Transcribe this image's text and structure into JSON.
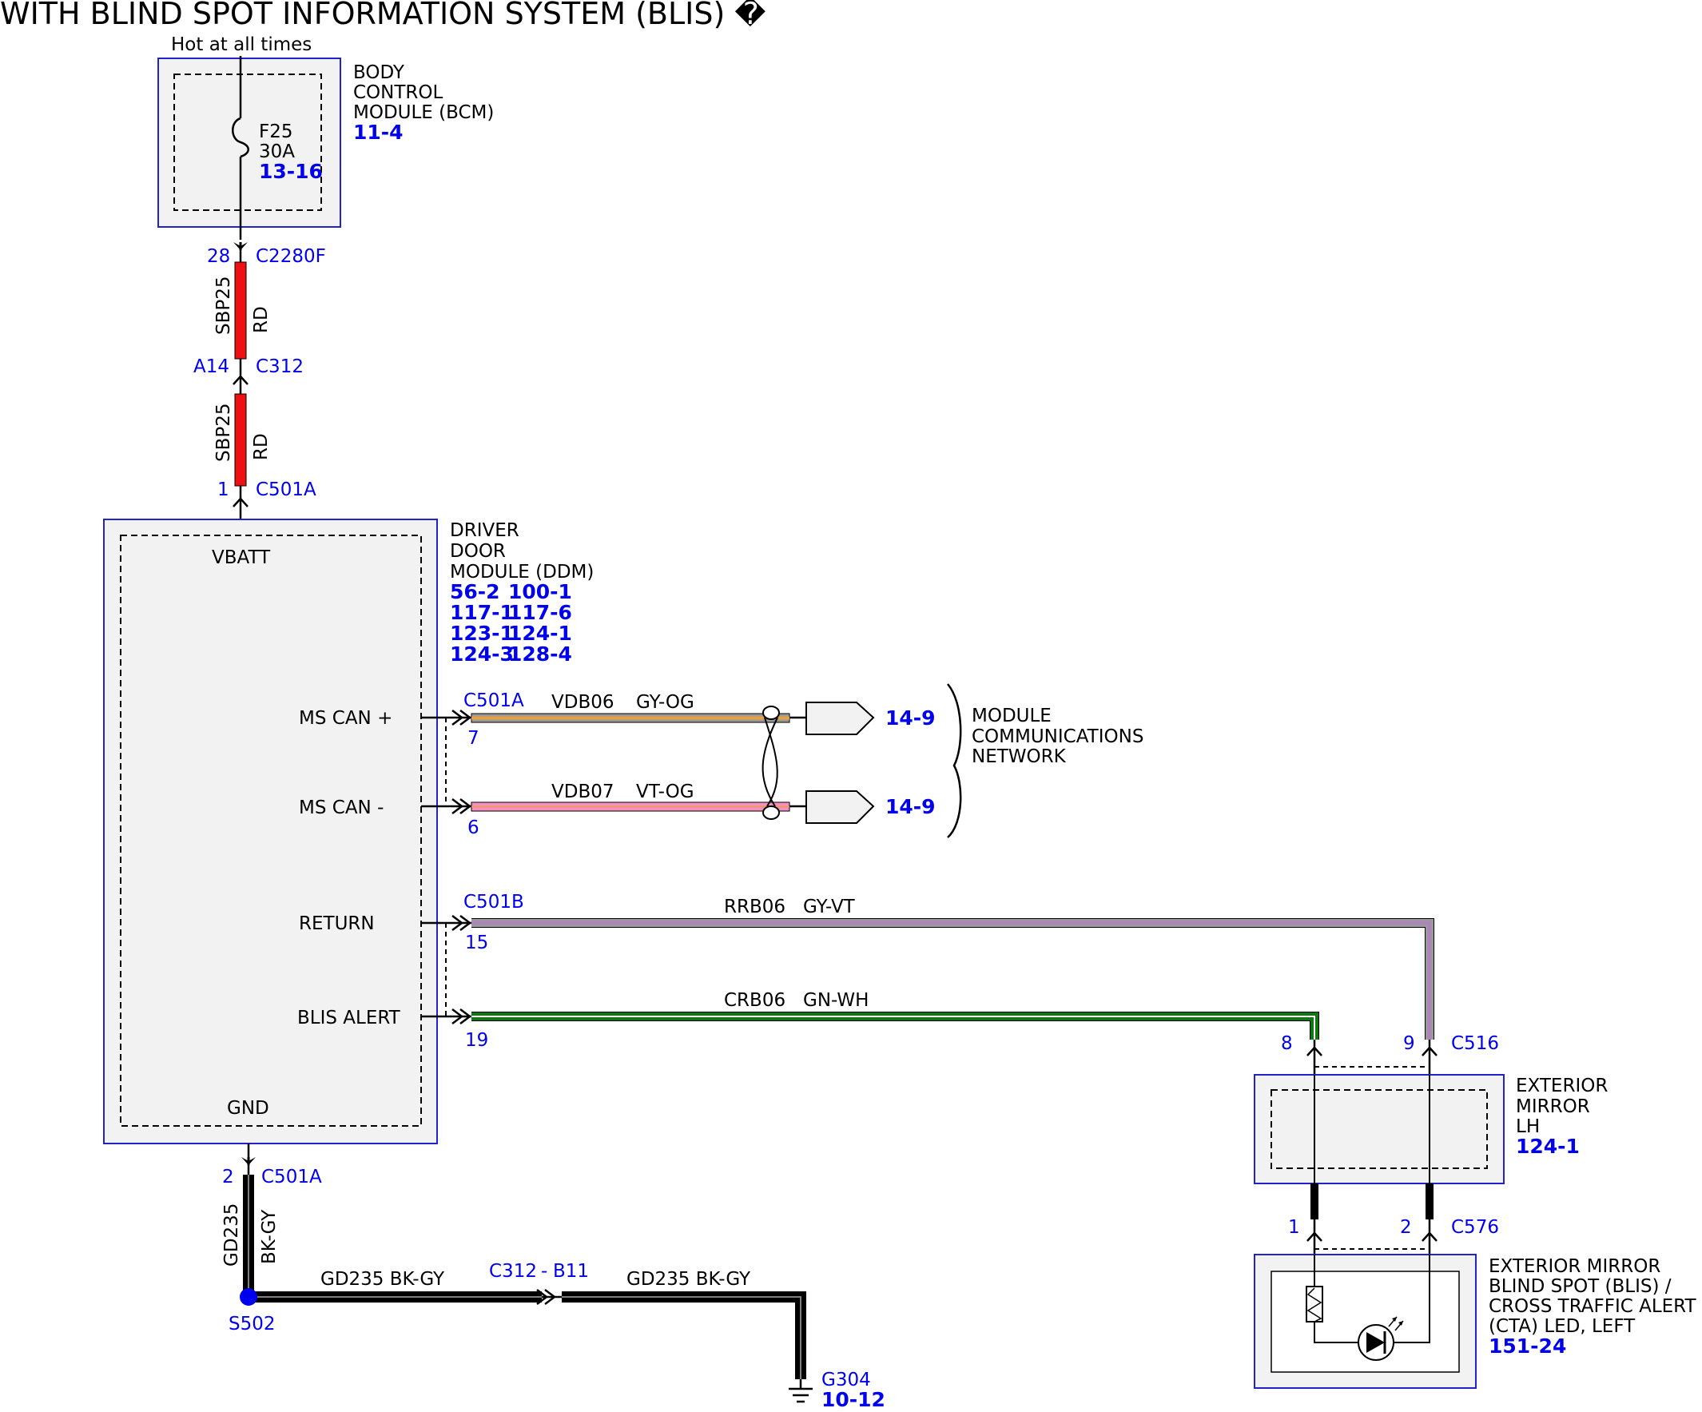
{
  "title": "WITH BLIND SPOT INFORMATION SYSTEM (BLIS) �",
  "bcm": {
    "supply_note": "Hot at all times",
    "name_lines": [
      "BODY",
      "CONTROL",
      "MODULE (BCM)"
    ],
    "ref": "11-4",
    "fuse": {
      "name": "F25",
      "rating": "30A",
      "ref": "13-16"
    }
  },
  "power_circuit": {
    "connectors": [
      {
        "pin": "28",
        "name": "C2280F"
      },
      {
        "pin": "A14",
        "name": "C312"
      },
      {
        "pin": "1",
        "name": "C501A"
      }
    ],
    "segments": [
      {
        "circuit": "SBP25",
        "color_code": "RD",
        "color": "#ee1111"
      },
      {
        "circuit": "SBP25",
        "color_code": "RD",
        "color": "#ee1111"
      }
    ]
  },
  "ddm": {
    "name_lines": [
      "DRIVER",
      "DOOR",
      "MODULE (DDM)"
    ],
    "refs": [
      [
        "56-2",
        "100-1"
      ],
      [
        "117-1",
        "117-6"
      ],
      [
        "123-1",
        "124-1"
      ],
      [
        "124-3",
        "128-4"
      ]
    ],
    "pins": {
      "vbatt": "VBATT",
      "ms_can_plus": "MS CAN +",
      "ms_can_minus": "MS CAN -",
      "return": "RETURN",
      "blis_alert": "BLIS ALERT",
      "gnd": "GND"
    }
  },
  "can": {
    "connector": "C501A",
    "plus": {
      "pin": "7",
      "circuit": "VDB06",
      "color_code": "GY-OG",
      "ref": "14-9"
    },
    "minus": {
      "pin": "6",
      "circuit": "VDB07",
      "color_code": "VT-OG",
      "ref": "14-9"
    },
    "network_lines": [
      "MODULE",
      "COMMUNICATIONS",
      "NETWORK"
    ]
  },
  "mirror_circuits": {
    "connector": "C501B",
    "return": {
      "pin": "15",
      "circuit": "RRB06",
      "color_code": "GY-VT"
    },
    "alert": {
      "pin": "19",
      "circuit": "CRB06",
      "color_code": "GN-WH"
    }
  },
  "mirror": {
    "connector": "C516",
    "pin_alert": "8",
    "pin_return": "9",
    "name_lines": [
      "EXTERIOR",
      "MIRROR",
      "LH"
    ],
    "ref": "124-1"
  },
  "led": {
    "connector": "C576",
    "pin1": "1",
    "pin2": "2",
    "name_lines": [
      "EXTERIOR MIRROR",
      "BLIND SPOT (BLIS) /",
      "CROSS TRAFFIC ALERT",
      "(CTA) LED, LEFT"
    ],
    "ref": "151-24"
  },
  "ground": {
    "pin": "2",
    "connector": "C501A",
    "circuit": "GD235",
    "color_code": "BK-GY",
    "splice": "S502",
    "run1": "GD235 BK-GY",
    "inline_connector": "C312",
    "inline_pin": "B11",
    "run2": "GD235 BK-GY",
    "ground_point": "G304",
    "ground_ref": "10-12"
  },
  "colors": {
    "blue_line": "#2222cc",
    "box_fill": "#f2f2f2",
    "red_wire": "#ee1111",
    "gy_og_stripe": "#e8a040",
    "vt_og_fill": "#f58fc0",
    "gy_vt_stripe": "#b080c0",
    "gn_wire": "#117711"
  }
}
